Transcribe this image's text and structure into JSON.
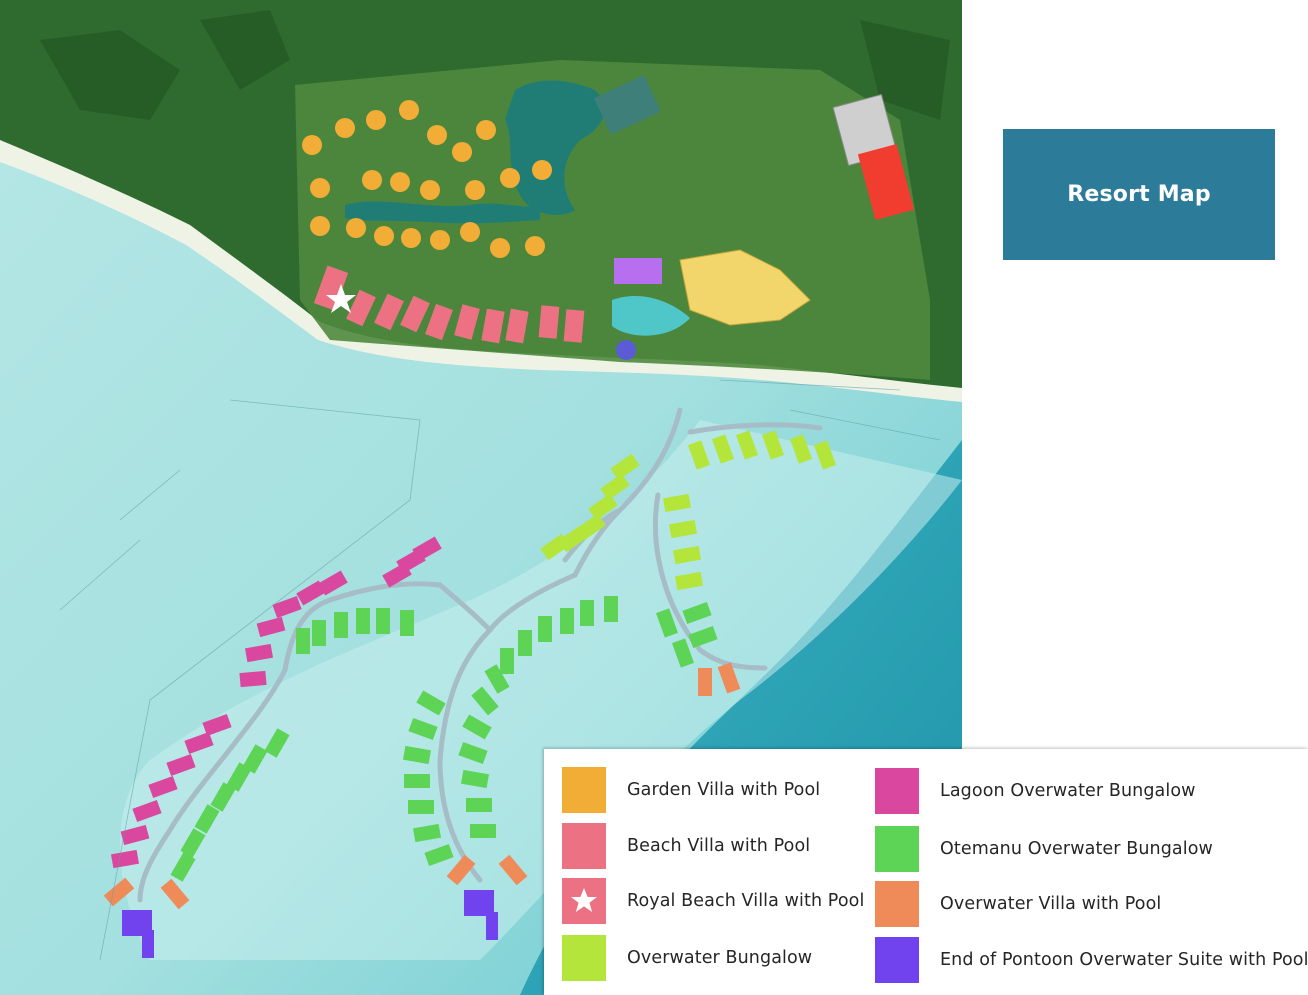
{
  "title": "Resort Map",
  "legend": {
    "items": [
      {
        "label": "Garden Villa with Pool",
        "color": "#f2ad37"
      },
      {
        "label": "Beach Villa with Pool",
        "color": "#ec7283"
      },
      {
        "label": "Royal Beach Villa with Pool",
        "color": "#ec7283",
        "icon": "star-icon"
      },
      {
        "label": "Overwater Bungalow",
        "color": "#b4e53a"
      },
      {
        "label": "Lagoon Overwater Bungalow",
        "color": "#da479f"
      },
      {
        "label": "Otemanu Overwater Bungalow",
        "color": "#5ed457"
      },
      {
        "label": "Overwater Villa with Pool",
        "color": "#ef8a59"
      },
      {
        "label": "End of Pontoon Overwater Suite with Pool",
        "color": "#7043ee"
      }
    ]
  }
}
